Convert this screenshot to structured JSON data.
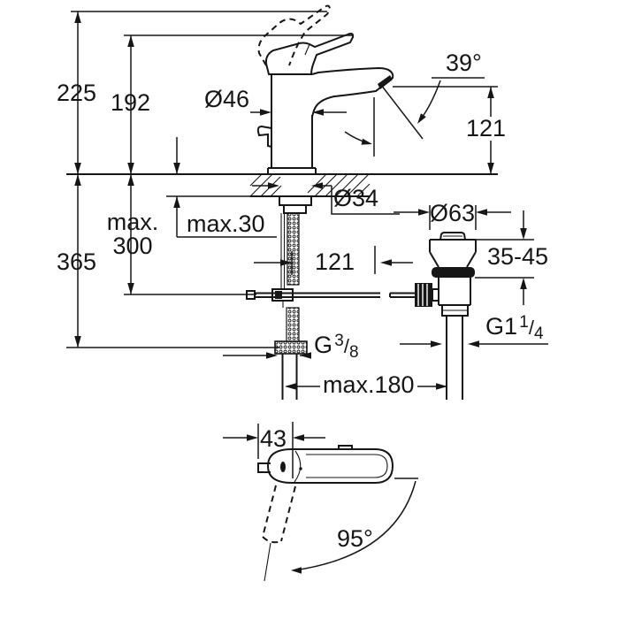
{
  "labels": {
    "overall_height": "225",
    "spout_height": "192",
    "body_diameter": "Ø46",
    "spout_angle": "39°",
    "outlet_height": "121",
    "hole_diameter": "Ø34",
    "max_rod_depth_line1": "max.",
    "max_rod_depth_line2": "300",
    "max_deck_thickness": "max.30",
    "under_deck_height": "365",
    "outlet_offset": "121",
    "waste_top_diameter": "Ø63",
    "clamping_range": "35-45",
    "max_spread": "max.180",
    "handle_width": "43",
    "handle_swivel_angle": "95°"
  },
  "threads": {
    "slash": "/",
    "supply": {
      "prefix": "G",
      "numerator": "3",
      "denominator": "8"
    },
    "waste": {
      "prefix": "G1",
      "numerator": "1",
      "denominator": "4"
    }
  },
  "style": {
    "line_color": "#161616",
    "background": "#ffffff"
  }
}
